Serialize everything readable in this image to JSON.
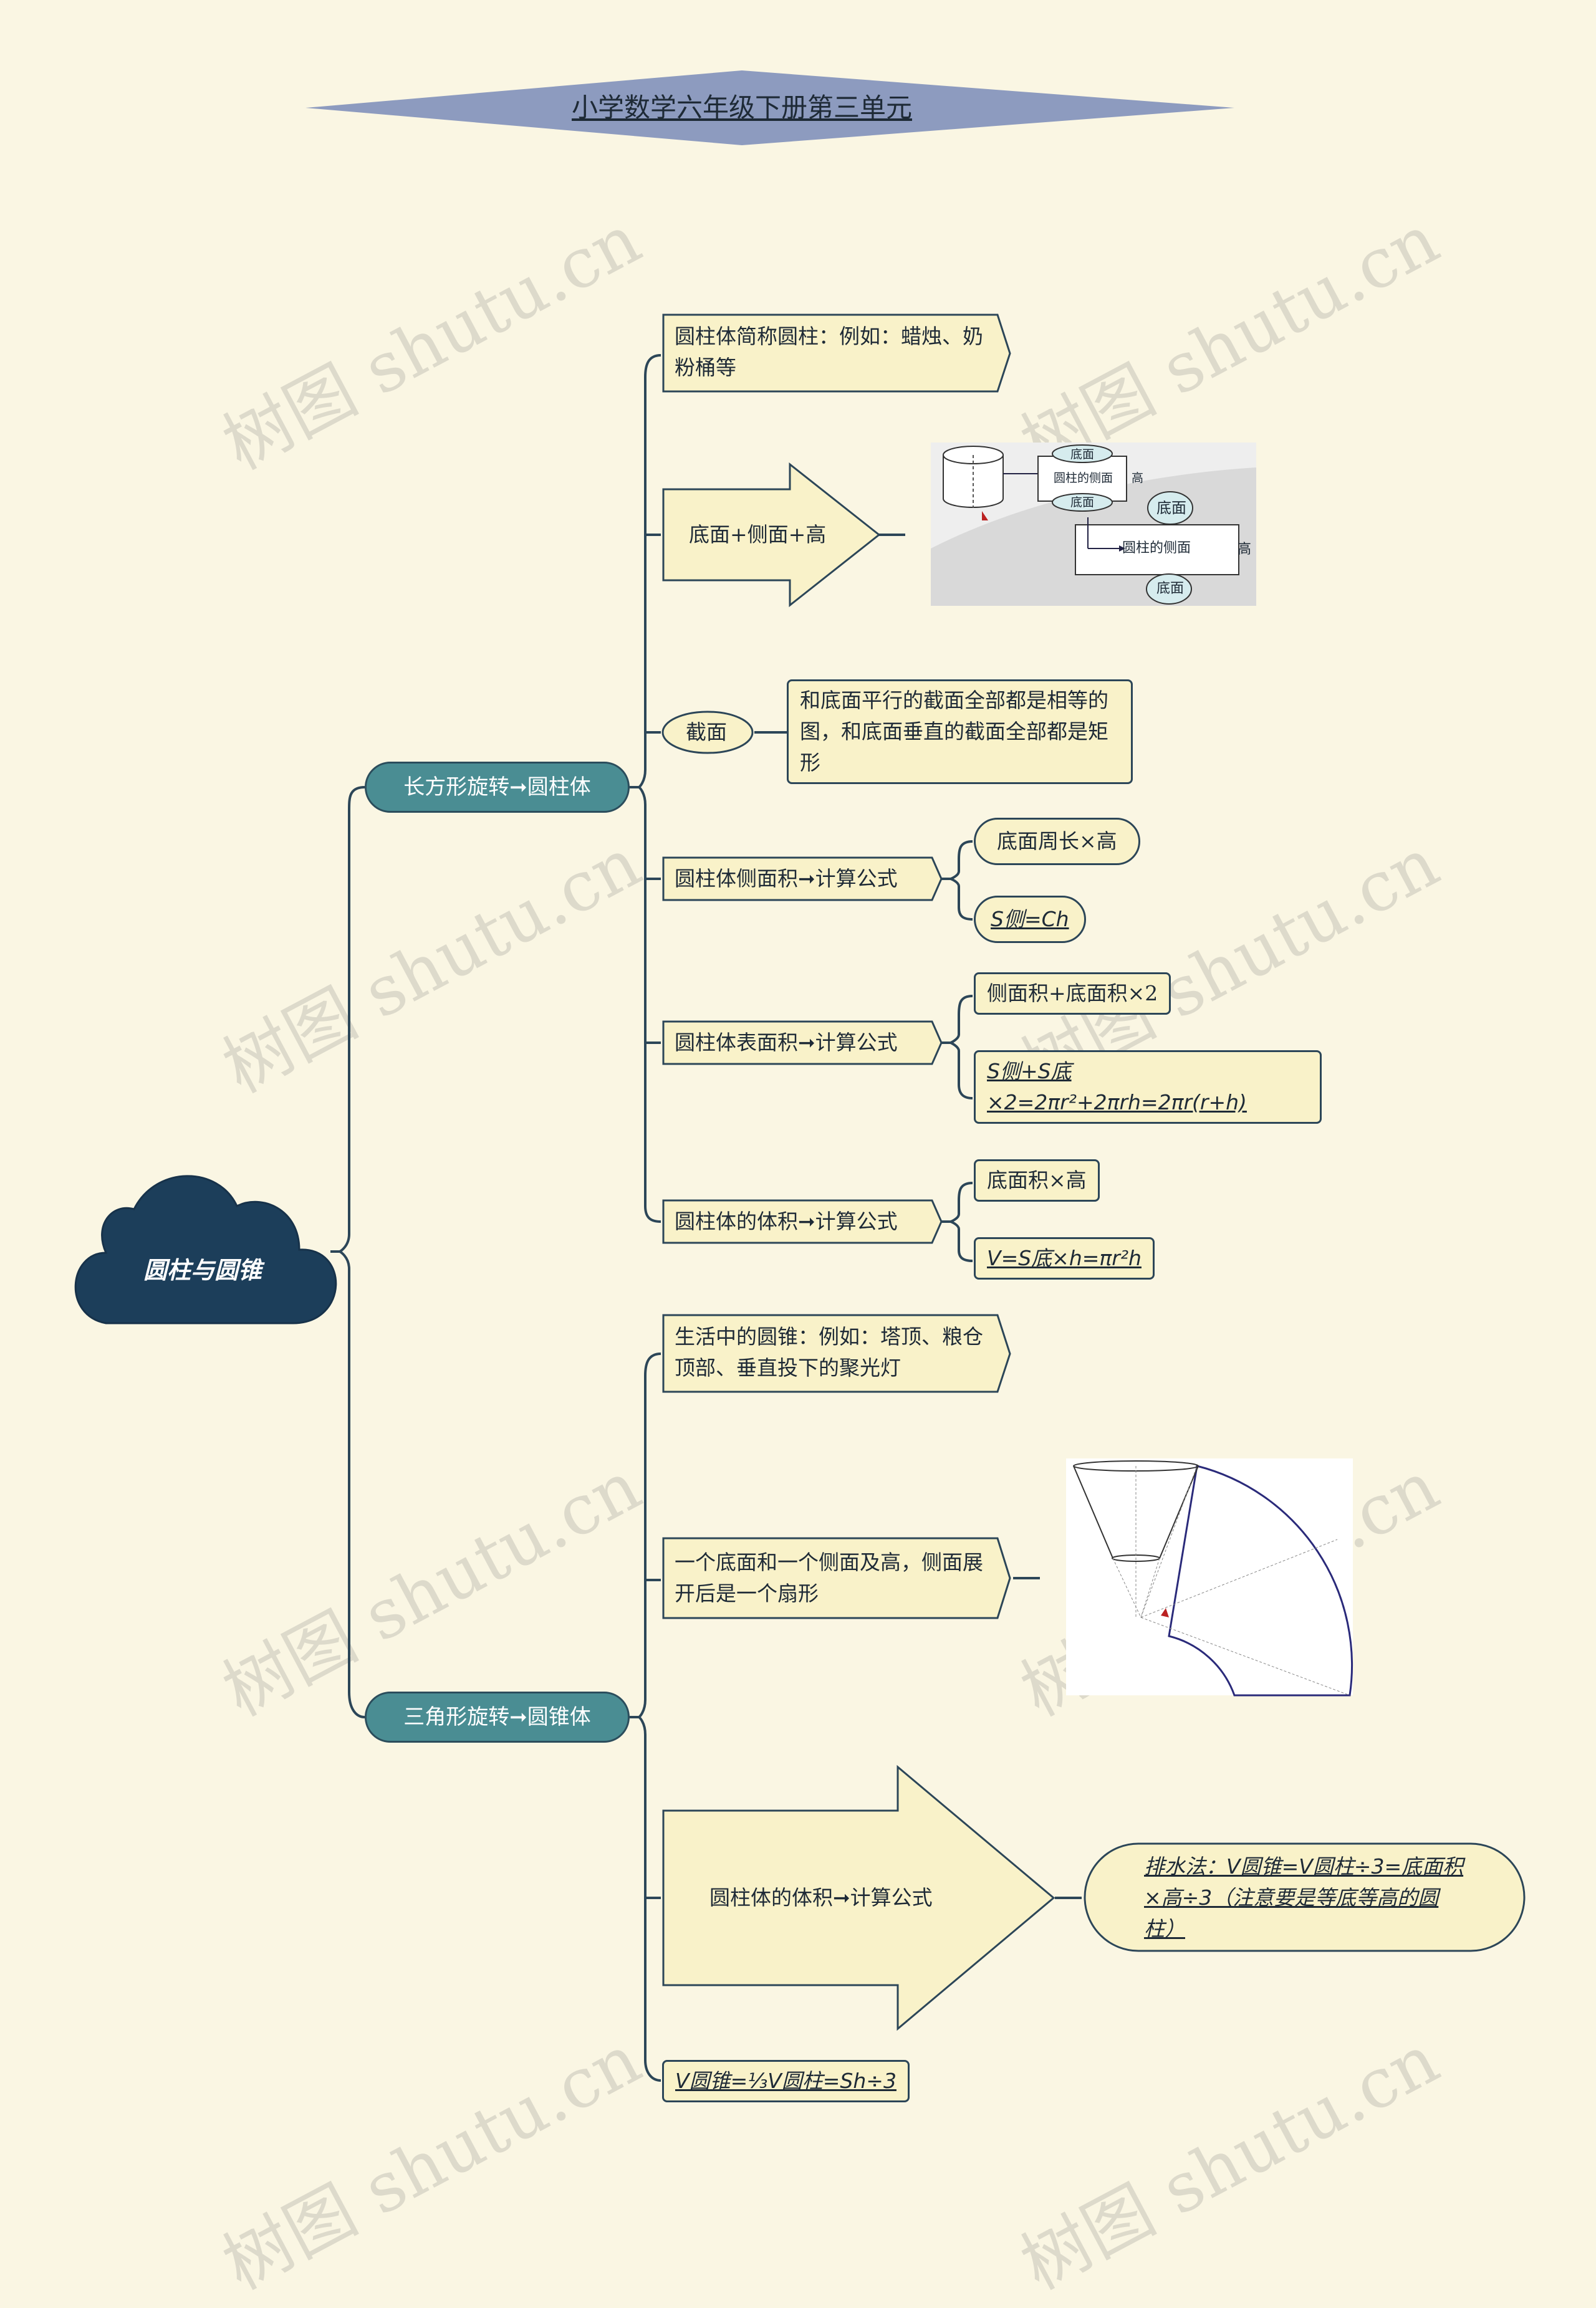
{
  "title": "小学数学六年级下册第三单元",
  "root": "圆柱与圆锥",
  "branch1": {
    "label": "长方形旋转➞圆柱体",
    "item1": "圆柱体简称圆柱：例如：蜡烛、奶粉桶等",
    "item2": "底面+侧面+高",
    "figure1_labels": {
      "top": "底面",
      "side": "圆柱的侧面",
      "bottom": "底面",
      "height": "高",
      "top2": "底面",
      "side2": "圆柱的侧面",
      "bottom2": "底面",
      "height2": "高"
    },
    "item3": "截面",
    "item3_detail": "和底面平行的截面全部都是相等的图，和底面垂直的截面全部都是矩形",
    "item4": "圆柱体侧面积➞计算公式",
    "item4_a": "底面周长×高",
    "item4_b": "S侧=Ch",
    "item5": "圆柱体表面积➞计算公式",
    "item5_a": "侧面积+底面积×2",
    "item5_b": "S侧+S底×2=2πr²+2πrh=2πr(r+h)",
    "item6": "圆柱体的体积➞计算公式",
    "item6_a": "底面积×高",
    "item6_b": "V=S底×h=πr²h"
  },
  "branch2": {
    "label": "三角形旋转➞圆锥体",
    "item1": "生活中的圆锥：例如：塔顶、粮仓顶部、垂直投下的聚光灯",
    "item2": "一个底面和一个侧面及高，侧面展开后是一个扇形",
    "item3": "圆柱体的体积➞计算公式",
    "item3_detail": "排水法：V圆锥=V圆柱÷3=底面积×高÷3（注意要是等底等高的圆柱）",
    "item4": "V圆锥=⅓V圆柱=Sh÷3"
  },
  "watermark": "树图 shutu.cn",
  "colors": {
    "background": "#faf6e3",
    "node_fill": "#f9f2c9",
    "line": "#2c4658",
    "teal": "#4a8d93",
    "cloud": "#1c3e5a",
    "title_banner": "#8d9bbf"
  }
}
